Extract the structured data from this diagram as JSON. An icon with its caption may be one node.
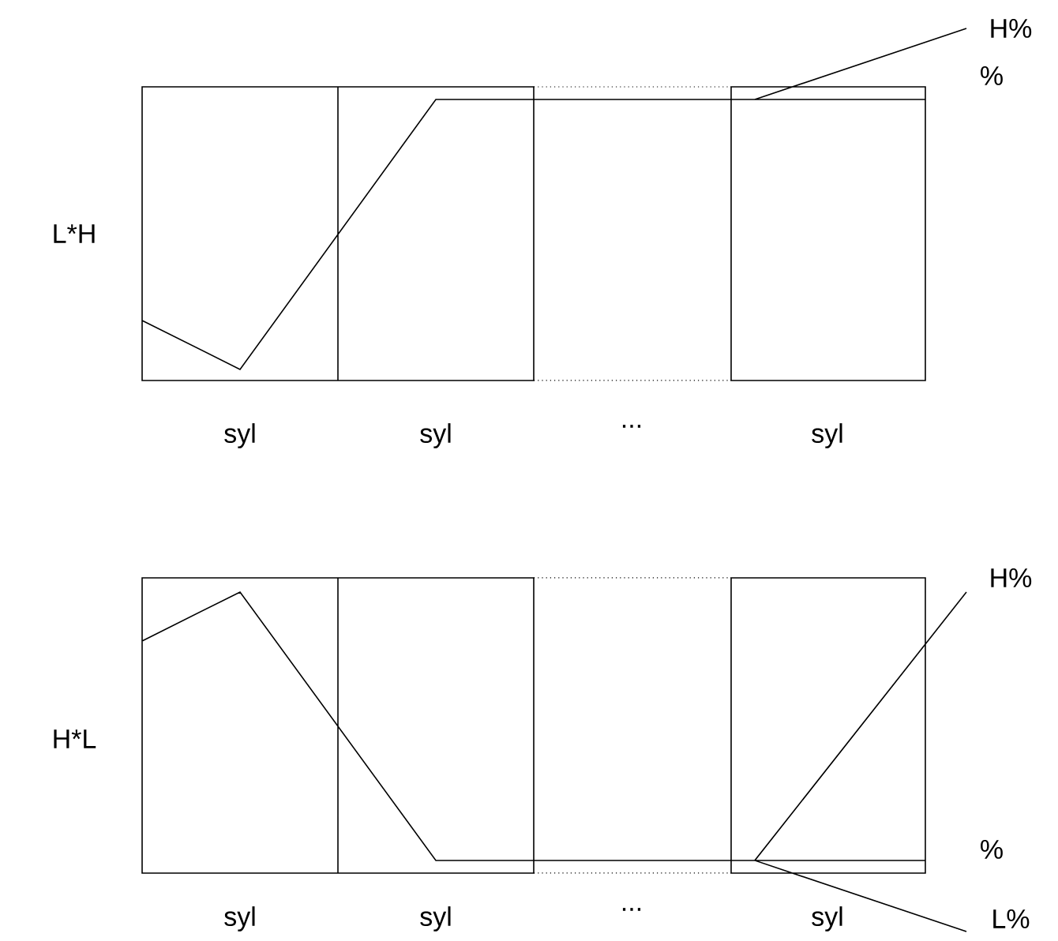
{
  "diagram": {
    "labels": [
      "H%",
      "%",
      "L*H",
      "syl",
      "syl",
      "...",
      "syl",
      "H%",
      "H*L",
      "%",
      "syl",
      "syl",
      "...",
      "syl",
      "L%"
    ]
  }
}
